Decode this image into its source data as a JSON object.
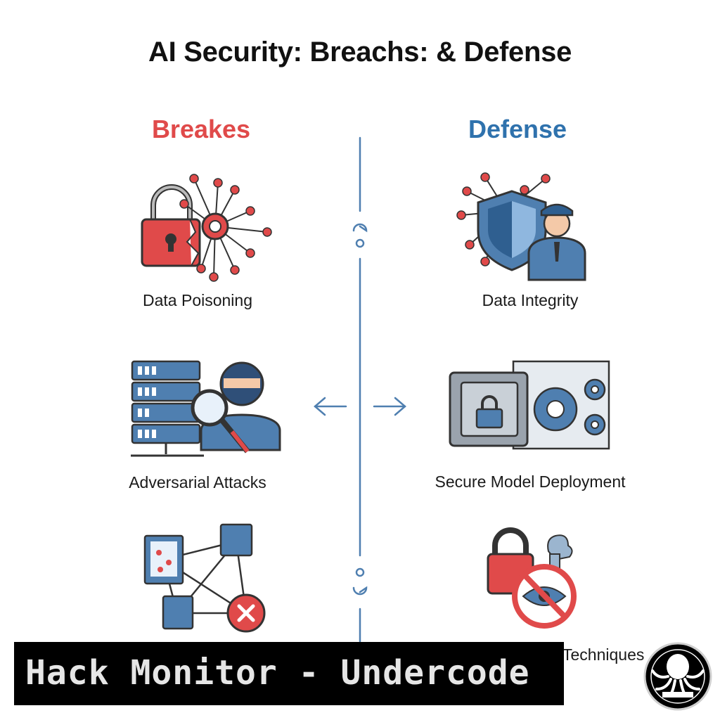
{
  "title": "AI Security: Breachs: & Defense",
  "columns": {
    "left": {
      "heading": "Breakes",
      "color": "#e04a4a"
    },
    "right": {
      "heading": "Defense",
      "color": "#2f72ad"
    }
  },
  "left_items": [
    {
      "label": "Data Poisoning",
      "icon": "broken-lock-virus-icon"
    },
    {
      "label": "Adversarial Attacks",
      "icon": "hacker-server-icon"
    },
    {
      "label": "",
      "icon": "network-breach-icon"
    }
  ],
  "right_items": [
    {
      "label": "Data Integrity",
      "icon": "shield-guard-icon"
    },
    {
      "label": "Secure Model Deployment",
      "icon": "vault-gears-icon"
    },
    {
      "label": "Techniques",
      "icon": "lock-privacy-icon"
    }
  ],
  "banner": {
    "text": "Hack Monitor - Undercode"
  },
  "colors": {
    "red": "#e04a4a",
    "blue": "#2f72ad",
    "steel": "#4f7fb0",
    "light_blue": "#8fb7df"
  }
}
